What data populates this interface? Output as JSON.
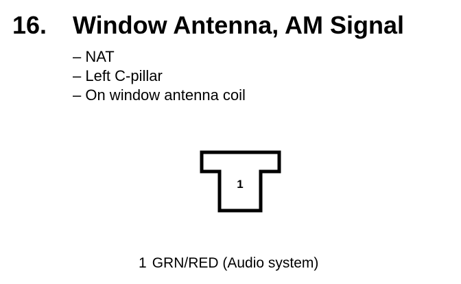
{
  "heading": {
    "number": "16.",
    "title": "Window Antenna, AM Signal"
  },
  "details": [
    "– NAT",
    "– Left C-pillar",
    "– On window antenna coil"
  ],
  "connector": {
    "pin_label": "1"
  },
  "pins": [
    {
      "number": "1",
      "description": "GRN/RED (Audio system)"
    }
  ]
}
